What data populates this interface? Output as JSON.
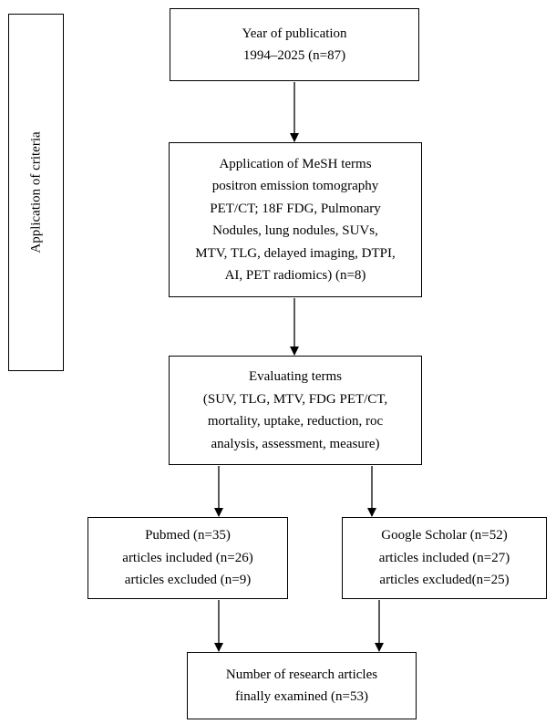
{
  "side_label": "Application of criteria",
  "boxes": {
    "year": [
      "Year of publication",
      "1994–2025 (n=87)"
    ],
    "mesh": [
      "Application of MeSH terms",
      "positron emission tomography",
      "PET/CT; 18F FDG, Pulmonary",
      "Nodules, lung nodules, SUVs,",
      "MTV, TLG, delayed imaging, DTPI,",
      "AI, PET radiomics) (n=8)"
    ],
    "evaluating": [
      "Evaluating terms",
      "(SUV, TLG, MTV, FDG PET/CT,",
      "mortality, uptake, reduction, roc",
      "analysis, assessment, measure)"
    ],
    "pubmed": [
      "Pubmed (n=35)",
      "articles included (n=26)",
      "articles excluded (n=9)"
    ],
    "scholar": [
      "Google Scholar (n=52)",
      "articles included (n=27)",
      "articles excluded(n=25)"
    ],
    "final": [
      "Number of research articles",
      "finally examined (n=53)"
    ]
  }
}
